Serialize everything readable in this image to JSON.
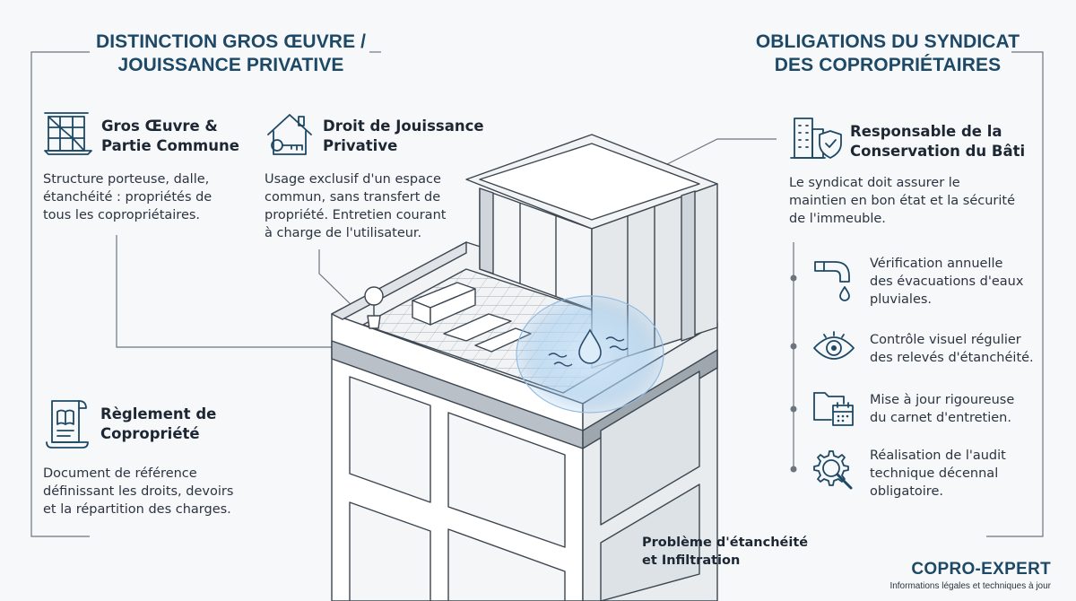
{
  "left": {
    "heading": [
      "DISTINCTION GROS ŒUVRE /",
      "JOUISSANCE PRIVATIVE"
    ],
    "gros_oeuvre": {
      "title": [
        "Gros Œuvre &",
        "Partie Commune"
      ],
      "text": [
        "Structure porteuse, dalle,",
        "étanchéité : propriétés de",
        "tous les copropriétaires."
      ]
    },
    "jouissance": {
      "title": [
        "Droit de Jouissance",
        "Privative"
      ],
      "text": [
        "Usage exclusif d'un espace",
        "commun, sans transfert de",
        "propriété. Entretien courant",
        "à charge de l'utilisateur."
      ]
    },
    "reglement": {
      "title": [
        "Règlement de",
        "Copropriété"
      ],
      "text": [
        "Document de référence",
        "définissant les droits, devoirs",
        "et la répartition des charges."
      ]
    }
  },
  "right": {
    "heading": [
      "OBLIGATIONS DU SYNDICAT",
      "DES COPROPRIÉTAIRES"
    ],
    "responsable": {
      "title": [
        "Responsable de la",
        "Conservation du Bâti"
      ],
      "text": [
        "Le syndicat doit assurer le",
        "maintien en bon état et la sécurité",
        "de l'immeuble."
      ]
    },
    "bullets": [
      {
        "icon": "pipe-drop-icon",
        "text": [
          "Vérification annuelle",
          "des évacuations d'eaux",
          "pluviales."
        ]
      },
      {
        "icon": "eye-icon",
        "text": [
          "Contrôle visuel régulier",
          "des relevés d'étanchéité."
        ]
      },
      {
        "icon": "folder-calendar-icon",
        "text": [
          "Mise à jour rigoureuse",
          "du carnet d'entretien."
        ]
      },
      {
        "icon": "gear-magnifier-icon",
        "text": [
          "Réalisation de l'audit",
          "technique décennal",
          "obligatoire."
        ]
      }
    ]
  },
  "center": {
    "problem_label": [
      "Problème d'étanchéité",
      "et Infiltration"
    ]
  },
  "brand": {
    "name": "COPRO-EXPERT",
    "tagline": "Informations légales et techniques à jour"
  },
  "icons": {
    "gros_oeuvre": "scaffold-structure-icon",
    "jouissance": "house-key-icon",
    "reglement": "document-book-icon",
    "responsable": "building-shield-icon"
  },
  "colors": {
    "heading": "#1d4966",
    "line": "#6b7580",
    "building_stroke": "#3c4650",
    "water_glow": "#9cc6ec"
  }
}
